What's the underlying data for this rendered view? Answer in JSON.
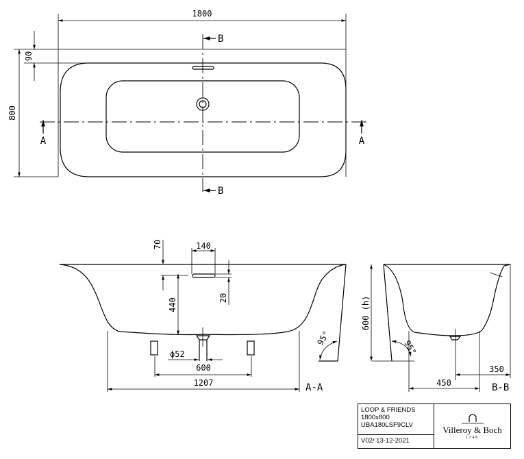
{
  "top_view": {
    "dim_length": "1800",
    "dim_width": "800",
    "dim_rim": "90",
    "section_a": "A",
    "section_b": "B"
  },
  "section_aa": {
    "label": "A-A",
    "dim_overflow_height": "70",
    "dim_overflow_width": "140",
    "dim_overflow_slot": "20",
    "dim_depth": "440",
    "dim_drain": "ϕ52",
    "dim_feet": "600",
    "dim_bottom": "1207",
    "angle": "95°"
  },
  "section_bb": {
    "label": "B-B",
    "dim_height": "600 (h)",
    "dim_450": "450",
    "dim_350": "350",
    "angle": "95°"
  },
  "title_block": {
    "product": "LOOP & FRIENDS",
    "size": "1800x800",
    "article": "UBA180LSF9CLV",
    "version": "V02/ 13-12-2021",
    "brand": "Villeroy & Boch",
    "brand_year": "1748"
  }
}
